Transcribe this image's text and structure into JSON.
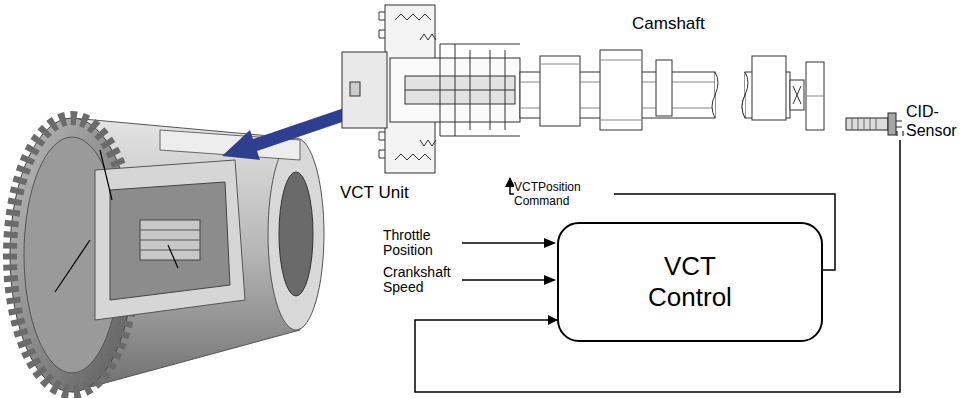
{
  "diagram": {
    "nodes": [
      {
        "text": [
          "VCT Unit"
        ]
      },
      {
        "text": [
          "CID- Sensor"
        ]
      },
      {
        "text": [
          "VCT Control"
        ]
      }
    ],
    "edges": [
      {
        "from": 2,
        "to": 0,
        "arrow": "to",
        "label": "VCTPosition Command"
      },
      {
        "from": 1,
        "to": 2,
        "arrow": "to"
      }
    ],
    "labels": [
      "Camshaft",
      "Throttle Position",
      "Crankshaft Speed"
    ]
  }
}
